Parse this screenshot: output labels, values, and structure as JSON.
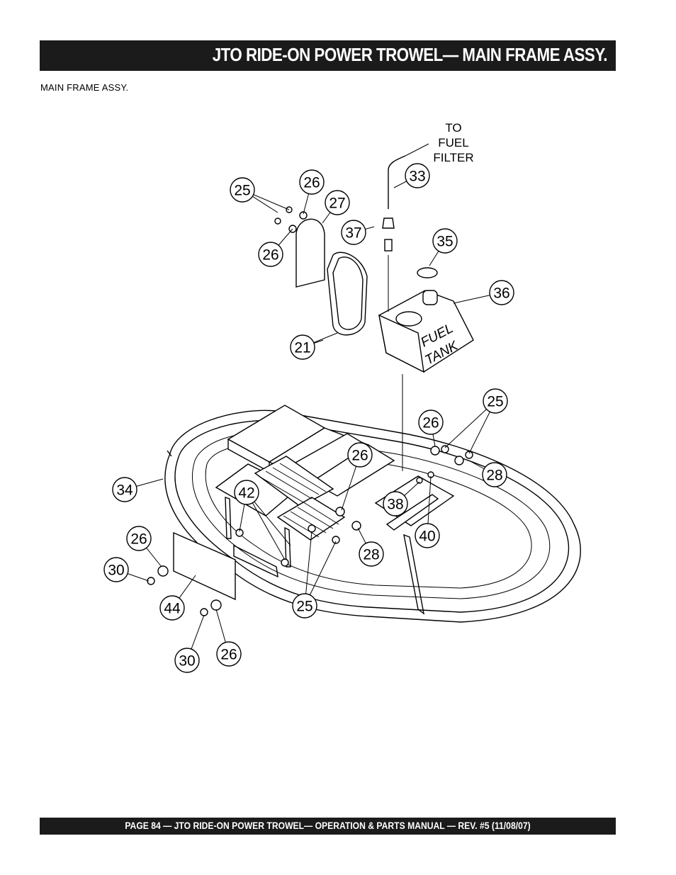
{
  "header": {
    "title": "JTO RIDE-ON POWER TROWEL— MAIN FRAME ASSY."
  },
  "subtitle": "MAIN FRAME   ASSY.",
  "note": {
    "line1": "TO",
    "line2": "FUEL",
    "line3": "FILTER"
  },
  "tank_label": {
    "line1": "FUEL",
    "line2": "TANK"
  },
  "callouts": [
    "25",
    "26",
    "27",
    "26",
    "33",
    "37",
    "35",
    "36",
    "21",
    "25",
    "26",
    "28",
    "26",
    "34",
    "42",
    "38",
    "40",
    "26",
    "28",
    "30",
    "44",
    "25",
    "30",
    "26"
  ],
  "footer": {
    "text": "PAGE 84 — JTO RIDE-ON POWER TROWEL—  OPERATION & PARTS MANUAL — REV. #5 (11/08/07)"
  }
}
